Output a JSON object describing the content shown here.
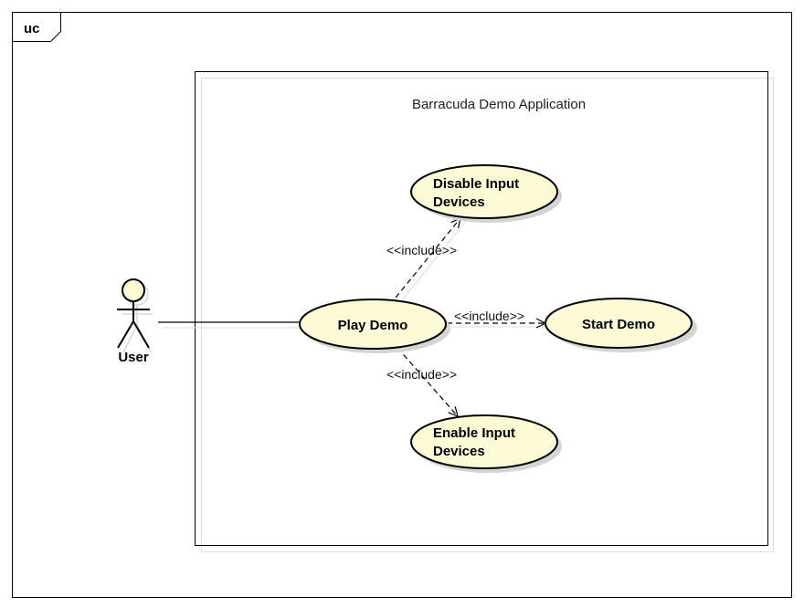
{
  "frame": {
    "label": "uc"
  },
  "system": {
    "title": "Barracuda Demo Application"
  },
  "actor": {
    "name": "User"
  },
  "use_cases": {
    "disable_input": {
      "line1": "Disable Input",
      "line2": "Devices"
    },
    "play_demo": {
      "label": "Play Demo"
    },
    "start_demo": {
      "label": "Start Demo"
    },
    "enable_input": {
      "line1": "Enable Input",
      "line2": "Devices"
    }
  },
  "relations": {
    "include_disable": "<<include>>",
    "include_start": "<<include>>",
    "include_enable": "<<include>>"
  },
  "colors": {
    "usecase_fill": "#fdfbd6",
    "line": "#000000",
    "shadow": "#d0d0d0"
  }
}
